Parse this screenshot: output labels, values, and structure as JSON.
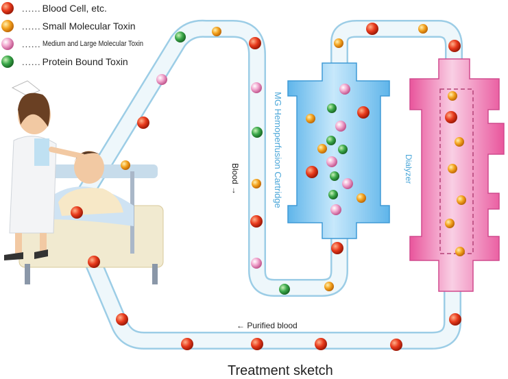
{
  "legend": [
    {
      "color": "#e83a1c",
      "label": "Blood Cell, etc."
    },
    {
      "color": "#f3a21e",
      "label": "Small Molecular Toxin"
    },
    {
      "color": "#ee8fc0",
      "label": "Medium and Large Molecular Toxin"
    },
    {
      "color": "#3ba84a",
      "label": "Protein Bound Toxin"
    }
  ],
  "legend_dots": "......",
  "labels": {
    "cartridge": "MG Hemoperfusion Cartridge",
    "dialyzer": "Dialyzer",
    "blood": "Blood →",
    "purified_blood": "← Purified blood",
    "caption": "Treatment sketch"
  },
  "colors": {
    "tube": "#eef7fb",
    "tube_border": "#9ccde6",
    "cartridge": "#8fcbef",
    "dialyzer": "#f08cbf",
    "label_blue": "#4aa6d8"
  }
}
